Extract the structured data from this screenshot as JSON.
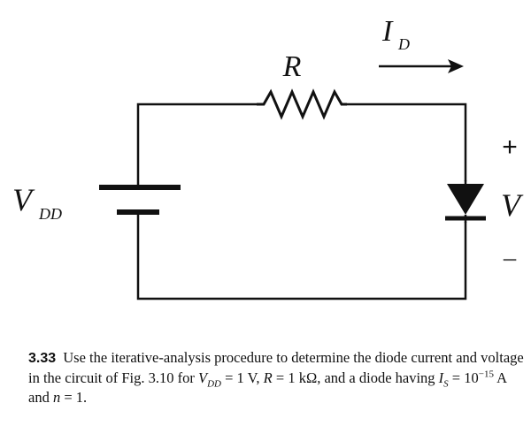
{
  "diagram": {
    "resistor_label": "R",
    "current_label": "I",
    "current_subscript": "D",
    "source_label": "V",
    "source_subscript": "DD",
    "diode_plus": "+",
    "diode_minus": "−",
    "diode_voltage_label": "V"
  },
  "problem": {
    "number": "3.33",
    "text_1": "Use the iterative-analysis procedure to determine the diode current and voltage in the circuit of Fig. 3.10 for",
    "var_vdd": "V",
    "var_vdd_sub": "DD",
    "text_2": "= 1 V,",
    "var_r": "R",
    "text_3": "= 1 kΩ, and a diode having",
    "var_is": "I",
    "var_is_sub": "S",
    "text_4": "= 10",
    "exp": "−15",
    "text_5": "A and",
    "var_n": "n",
    "text_6": "= 1."
  },
  "colors": {
    "ink": "#111111",
    "background": "#ffffff"
  }
}
